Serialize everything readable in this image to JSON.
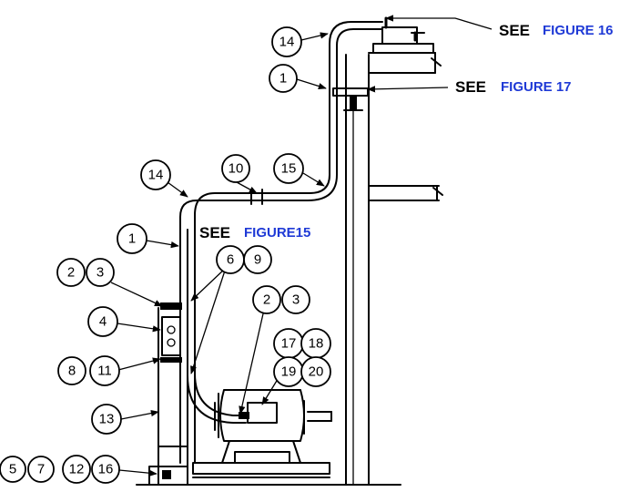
{
  "references": {
    "top": {
      "see": "SEE",
      "figure": "FIGURE 16"
    },
    "mid": {
      "see": "SEE",
      "figure": "FIGURE 17"
    },
    "center": {
      "see": "SEE",
      "figure": "FIGURE15"
    }
  },
  "callouts": [
    {
      "id": "b14a",
      "label": "14"
    },
    {
      "id": "b1a",
      "label": "1"
    },
    {
      "id": "b10",
      "label": "10"
    },
    {
      "id": "b15",
      "label": "15"
    },
    {
      "id": "b14b",
      "label": "14"
    },
    {
      "id": "b1b",
      "label": "1"
    },
    {
      "id": "b6",
      "label": "6"
    },
    {
      "id": "b9",
      "label": "9"
    },
    {
      "id": "b2a",
      "label": "2"
    },
    {
      "id": "b3a",
      "label": "3"
    },
    {
      "id": "b4",
      "label": "4"
    },
    {
      "id": "b2b",
      "label": "2"
    },
    {
      "id": "b3b",
      "label": "3"
    },
    {
      "id": "b17",
      "label": "17"
    },
    {
      "id": "b18",
      "label": "18"
    },
    {
      "id": "b19",
      "label": "19"
    },
    {
      "id": "b20",
      "label": "20"
    },
    {
      "id": "b8",
      "label": "8"
    },
    {
      "id": "b11",
      "label": "11"
    },
    {
      "id": "b13",
      "label": "13"
    },
    {
      "id": "b5",
      "label": "5"
    },
    {
      "id": "b7",
      "label": "7"
    },
    {
      "id": "b12",
      "label": "12"
    },
    {
      "id": "b16",
      "label": "16"
    }
  ],
  "colors": {
    "line": "#000000",
    "figure_ref": "#1f3ad6"
  }
}
